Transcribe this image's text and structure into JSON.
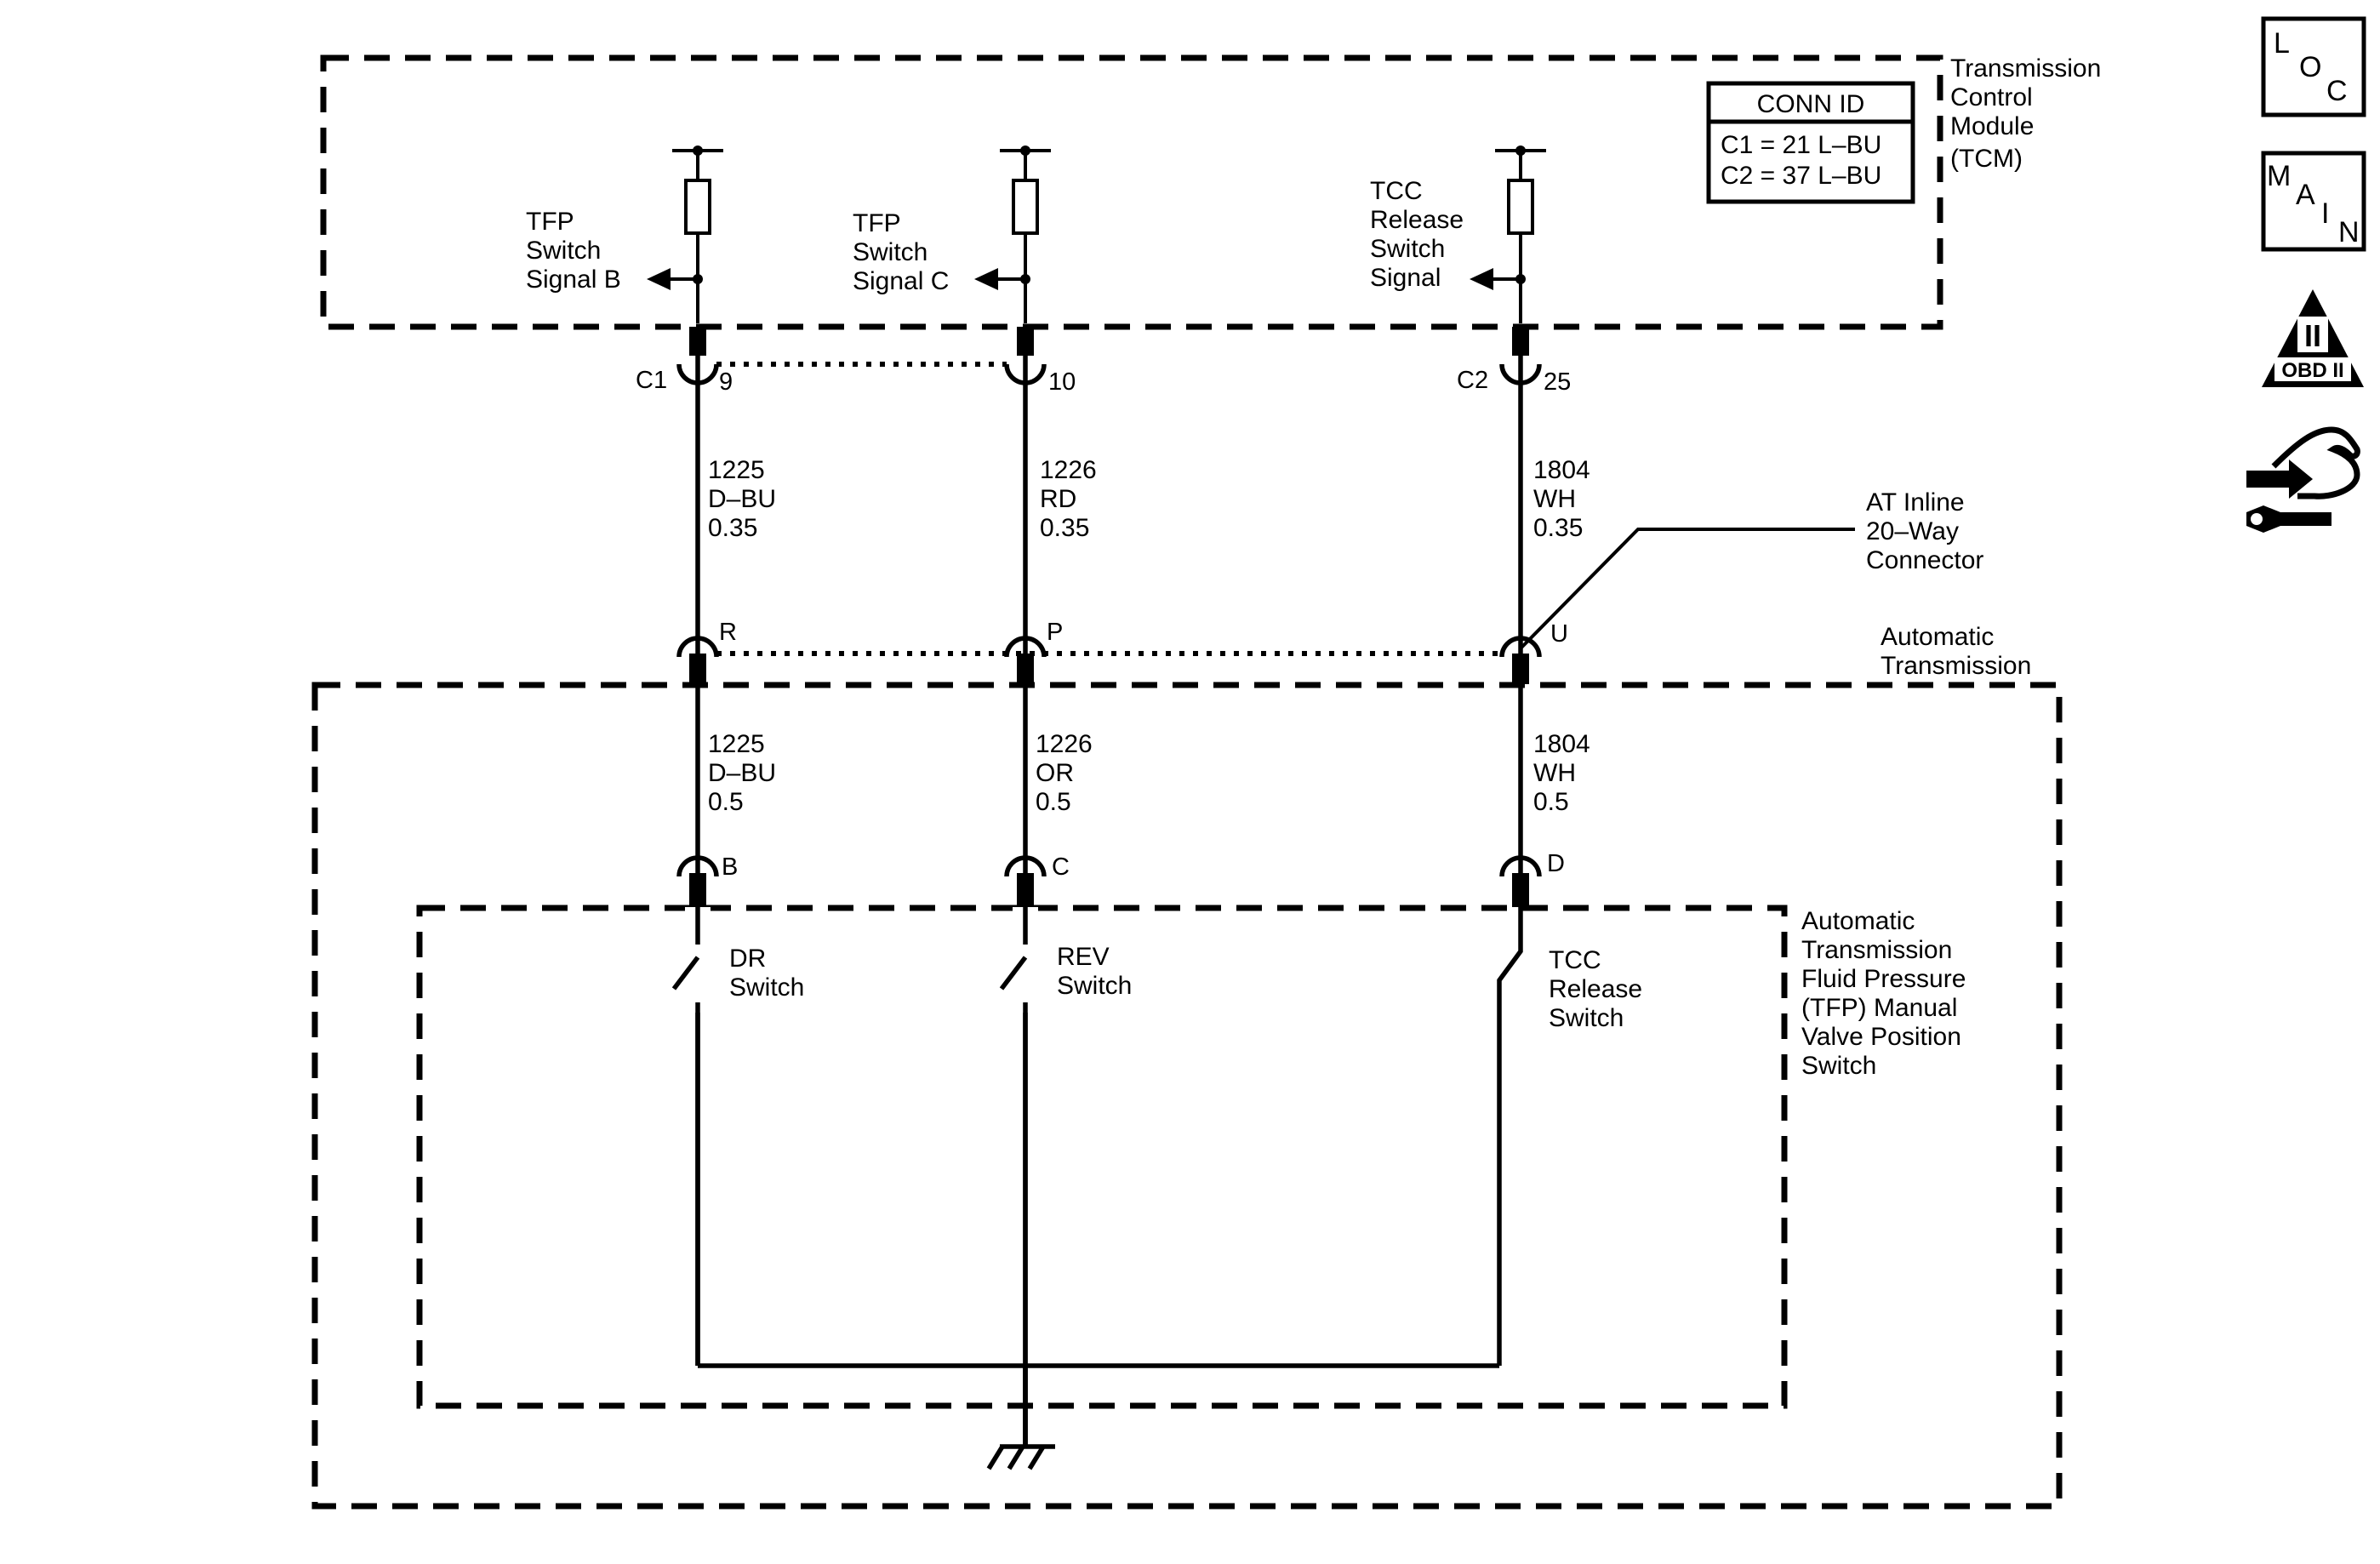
{
  "modules": {
    "tcm": [
      "Transmission",
      "Control",
      "Module",
      "(TCM)"
    ],
    "auto_trans": [
      "Automatic",
      "Transmission"
    ],
    "tfp_switch": [
      "Automatic",
      "Transmission",
      "Fluid Pressure",
      "(TFP) Manual",
      "Valve Position",
      "Switch"
    ]
  },
  "conn_id": {
    "title": "CONN ID",
    "rows": [
      "C1 = 21 L–BU",
      "C2 = 37 L–BU"
    ]
  },
  "signals": {
    "tfp_b": [
      "TFP",
      "Switch",
      "Signal B"
    ],
    "tfp_c": [
      "TFP",
      "Switch",
      "Signal C"
    ],
    "tcc": [
      "TCC",
      "Release",
      "Switch",
      "Signal"
    ]
  },
  "connectors": {
    "c1": "C1",
    "c2": "C2",
    "pin_9": "9",
    "pin_10": "10",
    "pin_25": "25",
    "inline_label": [
      "AT Inline",
      "20–Way",
      "Connector"
    ],
    "pin_r": "R",
    "pin_p": "P",
    "pin_u": "U",
    "pin_b": "B",
    "pin_c": "C",
    "pin_d": "D"
  },
  "wires": {
    "upper": [
      [
        "1225",
        "D–BU",
        "0.35"
      ],
      [
        "1226",
        "RD",
        "0.35"
      ],
      [
        "1804",
        "WH",
        "0.35"
      ]
    ],
    "lower": [
      [
        "1225",
        "D–BU",
        "0.5"
      ],
      [
        "1226",
        "OR",
        "0.5"
      ],
      [
        "1804",
        "WH",
        "0.5"
      ]
    ]
  },
  "switches": {
    "dr": [
      "DR",
      "Switch"
    ],
    "rev": [
      "REV",
      "Switch"
    ],
    "tcc": [
      "TCC",
      "Release",
      "Switch"
    ]
  },
  "nav_icons": {
    "loc": [
      "L",
      "O",
      "C"
    ],
    "main": [
      "M",
      "A",
      "I",
      "N"
    ],
    "obd_numeral": "II",
    "obd_text": "OBD II"
  }
}
